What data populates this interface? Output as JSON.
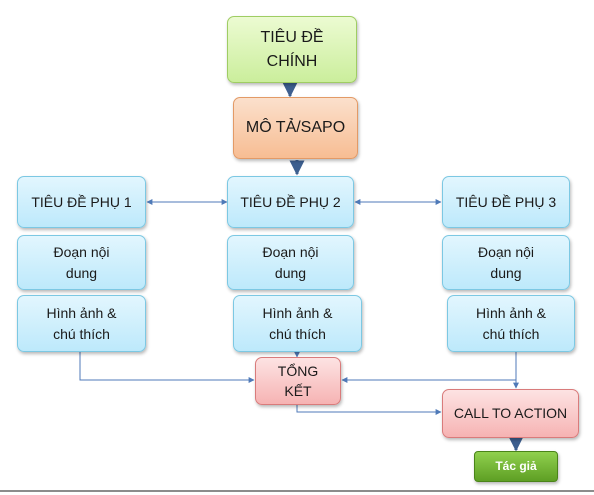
{
  "nodes": {
    "title": "TIÊU ĐỀ\nCHÍNH",
    "sapo": "MÔ TẢ/SAPO",
    "sub1": "TIÊU ĐỀ PHỤ 1",
    "sub2": "TIÊU ĐỀ PHỤ 2",
    "sub3": "TIÊU ĐỀ PHỤ 3",
    "content1": "Đoạn nội\ndung",
    "content2": "Đoạn nội\ndung",
    "content3": "Đoạn nội\ndung",
    "image1": "Hình ảnh &\nchú thích",
    "image2": "Hình ảnh &\nchú thích",
    "image3": "Hình ảnh &\nchú thích",
    "summary": "TỔNG\nKẾT",
    "cta": "CALL TO ACTION",
    "author": "Tác giả"
  },
  "colors": {
    "connector": "#4f7ab8",
    "title_fill": "#d8f5b3",
    "sapo_fill": "#f9c8a4",
    "section_fill": "#cdeefc",
    "summary_fill": "#f8c3c3",
    "author_fill": "#74b536"
  }
}
